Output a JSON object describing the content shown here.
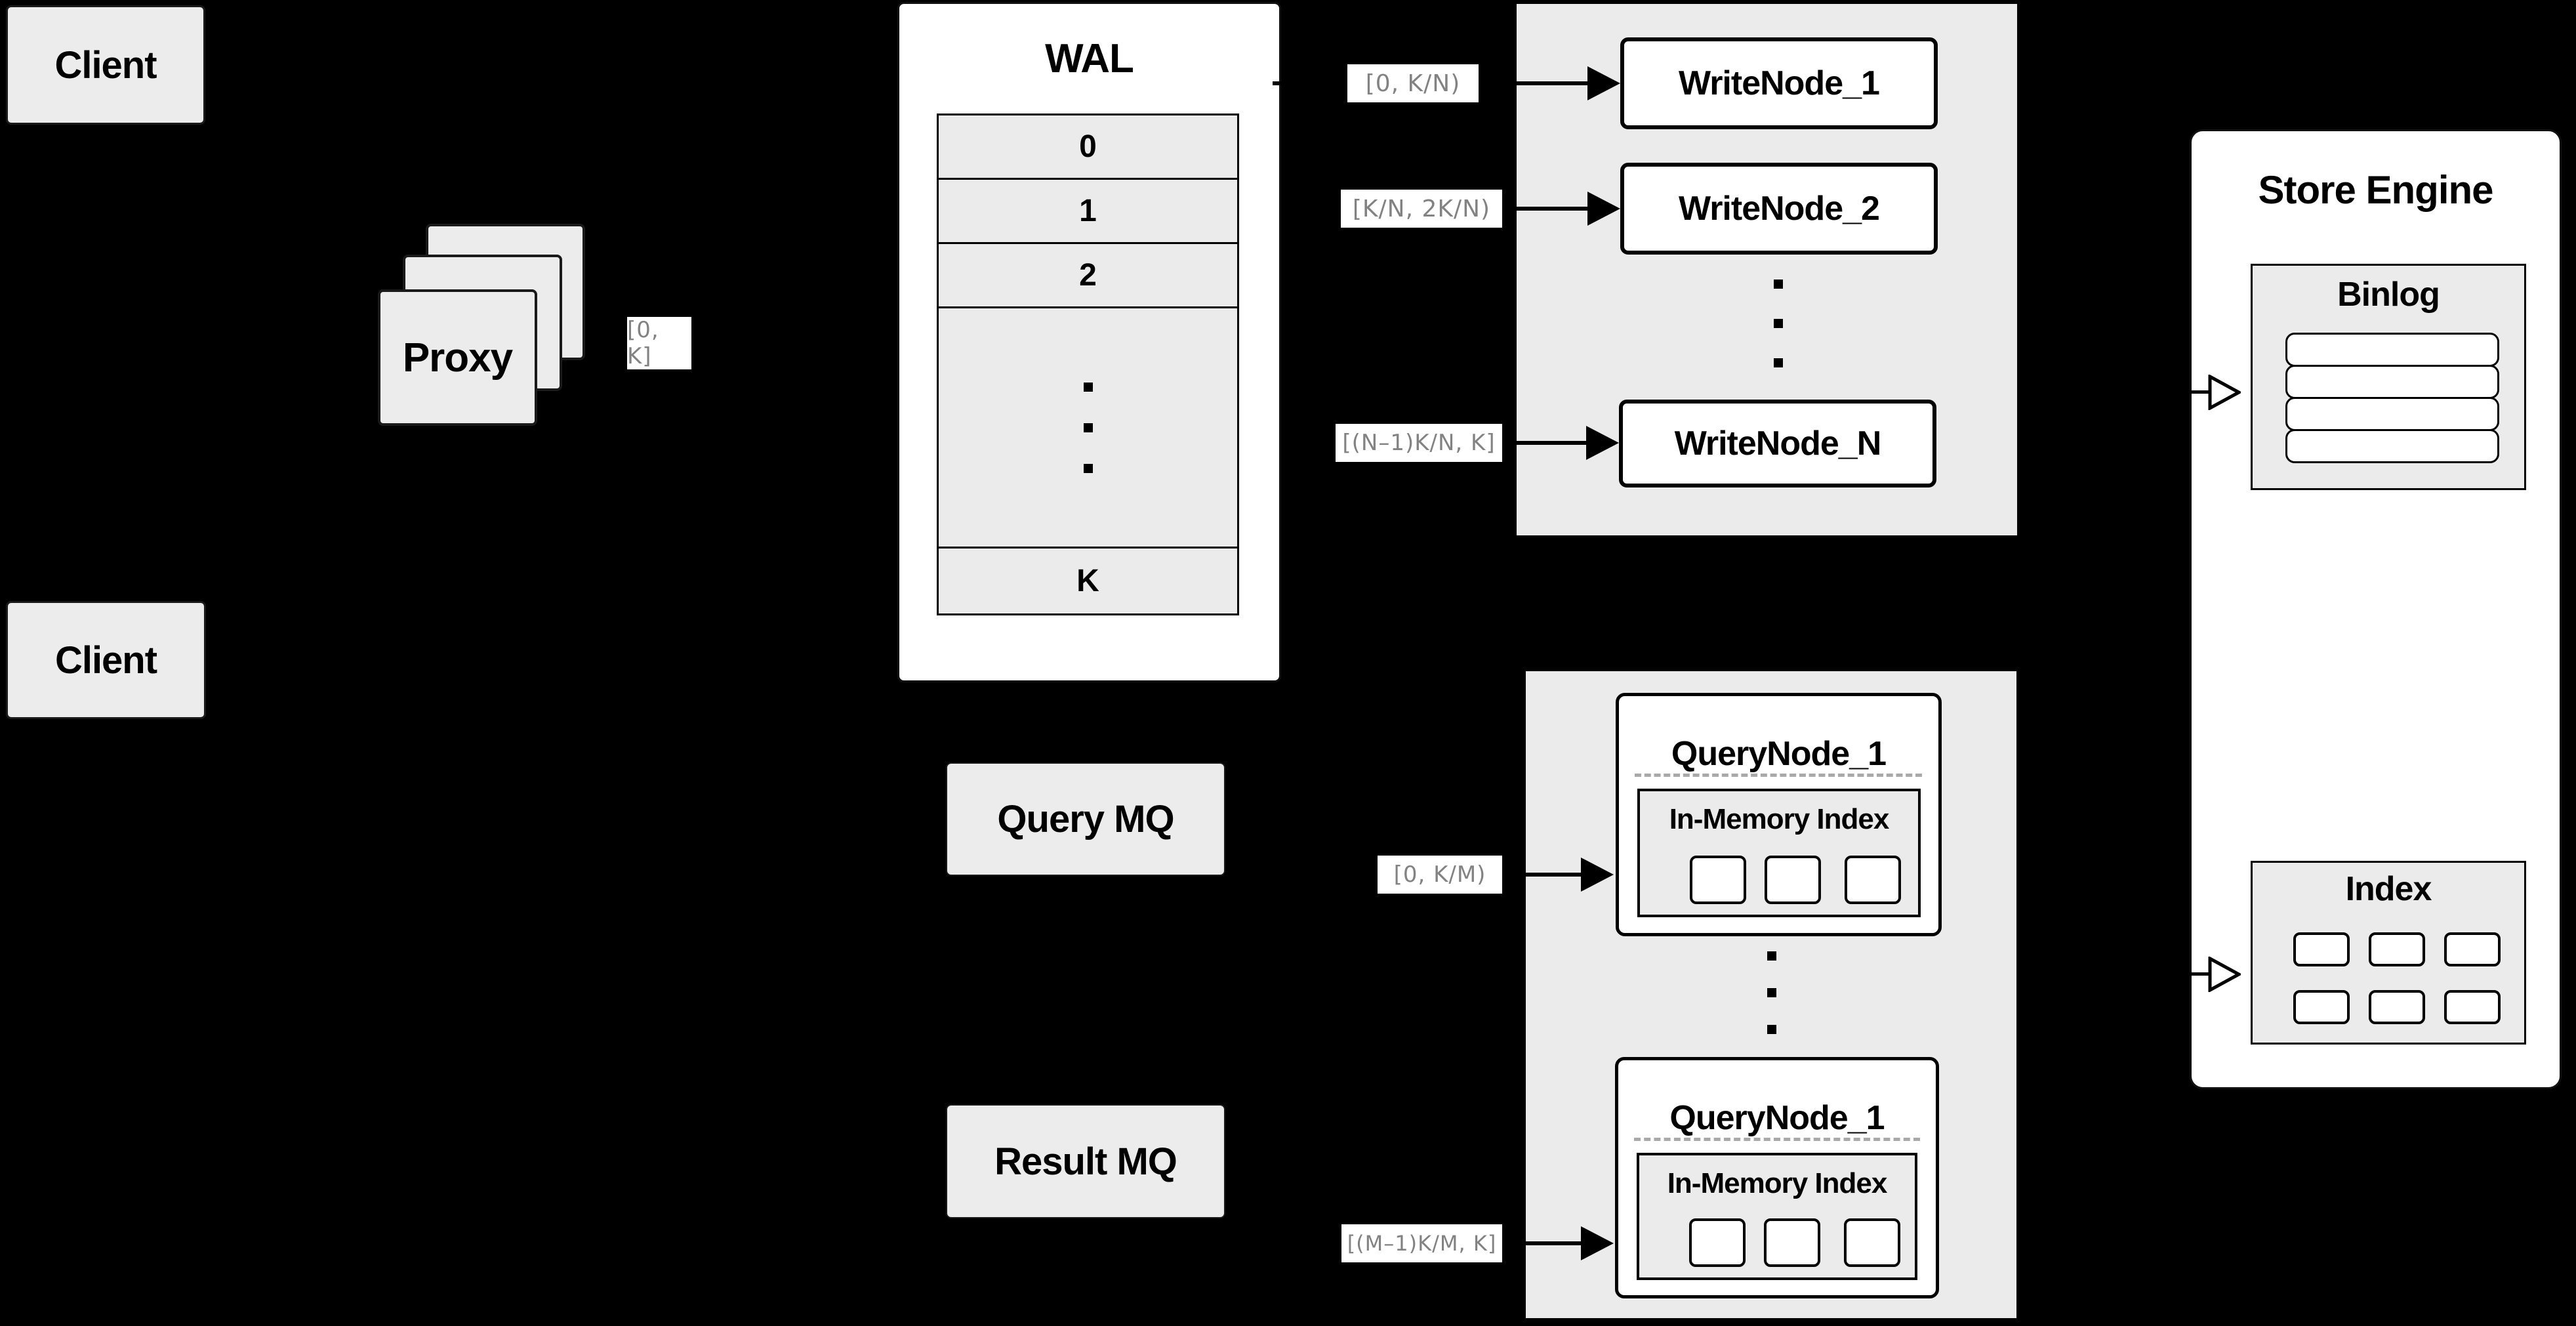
{
  "clients": {
    "top_label": "Client",
    "bottom_label": "Client"
  },
  "proxy": {
    "label": "Proxy"
  },
  "wal": {
    "title": "WAL",
    "rows": [
      "0",
      "1",
      "2"
    ],
    "bottom_row": "K"
  },
  "ranges": {
    "proxy_out": "[0, K]",
    "write_1": "[0, K/N)",
    "write_2": "[K/N, 2K/N)",
    "write_n": "[(N–1)K/N, K]",
    "query_1": "[0, K/M)",
    "query_m": "[(M–1)K/M, K]"
  },
  "write_panel": {
    "nodes": [
      "WriteNode_1",
      "WriteNode_2",
      "WriteNode_N"
    ]
  },
  "mq": {
    "query_label": "Query MQ",
    "result_label": "Result MQ"
  },
  "query_panel": {
    "nodes": [
      {
        "title": "QueryNode_1",
        "index_label": "In-Memory Index"
      },
      {
        "title": "QueryNode_1",
        "index_label": "In-Memory Index"
      }
    ]
  },
  "store_engine": {
    "title": "Store Engine",
    "binlog_label": "Binlog",
    "index_label": "Index"
  },
  "colors": {
    "background": "#000000",
    "box_fill": "#ececec",
    "panel_fill": "#ebebeb",
    "node_fill": "#ffffff",
    "border": "#000000",
    "range_text": "#828282"
  }
}
